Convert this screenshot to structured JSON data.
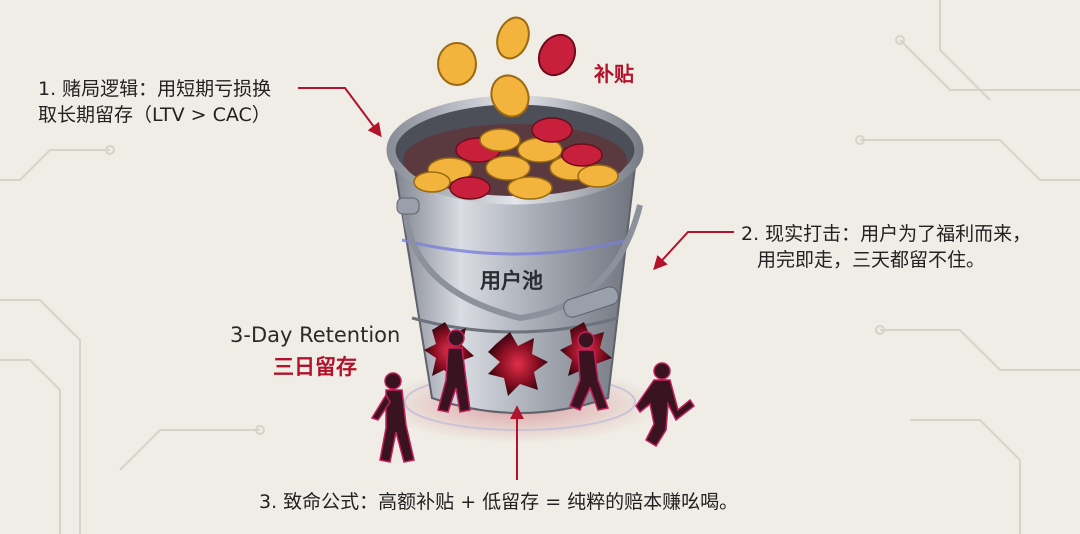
{
  "labels": {
    "subsidy": "补贴",
    "pool": "用户池",
    "retention_en": "3-Day Retention",
    "retention_zh": "三日留存"
  },
  "notes": {
    "gamble_line1": "1. 赌局逻辑：用短期亏损换",
    "gamble_line2": "取长期留存（LTV > CAC）",
    "reality_line1": "2. 现实打击：用户为了福利而来，",
    "reality_line2": "用完即走，三天都留不住。",
    "formula": "3. 致命公式：高额补贴 + 低留存 = 纯粹的赔本赚吆喝。"
  },
  "colors": {
    "background": "#efede5",
    "accent_red": "#b3122b",
    "gold_coin": "#f2b43c",
    "red_coin": "#c8203c",
    "bucket_metal": "#9aa0ab",
    "text": "#222222"
  }
}
